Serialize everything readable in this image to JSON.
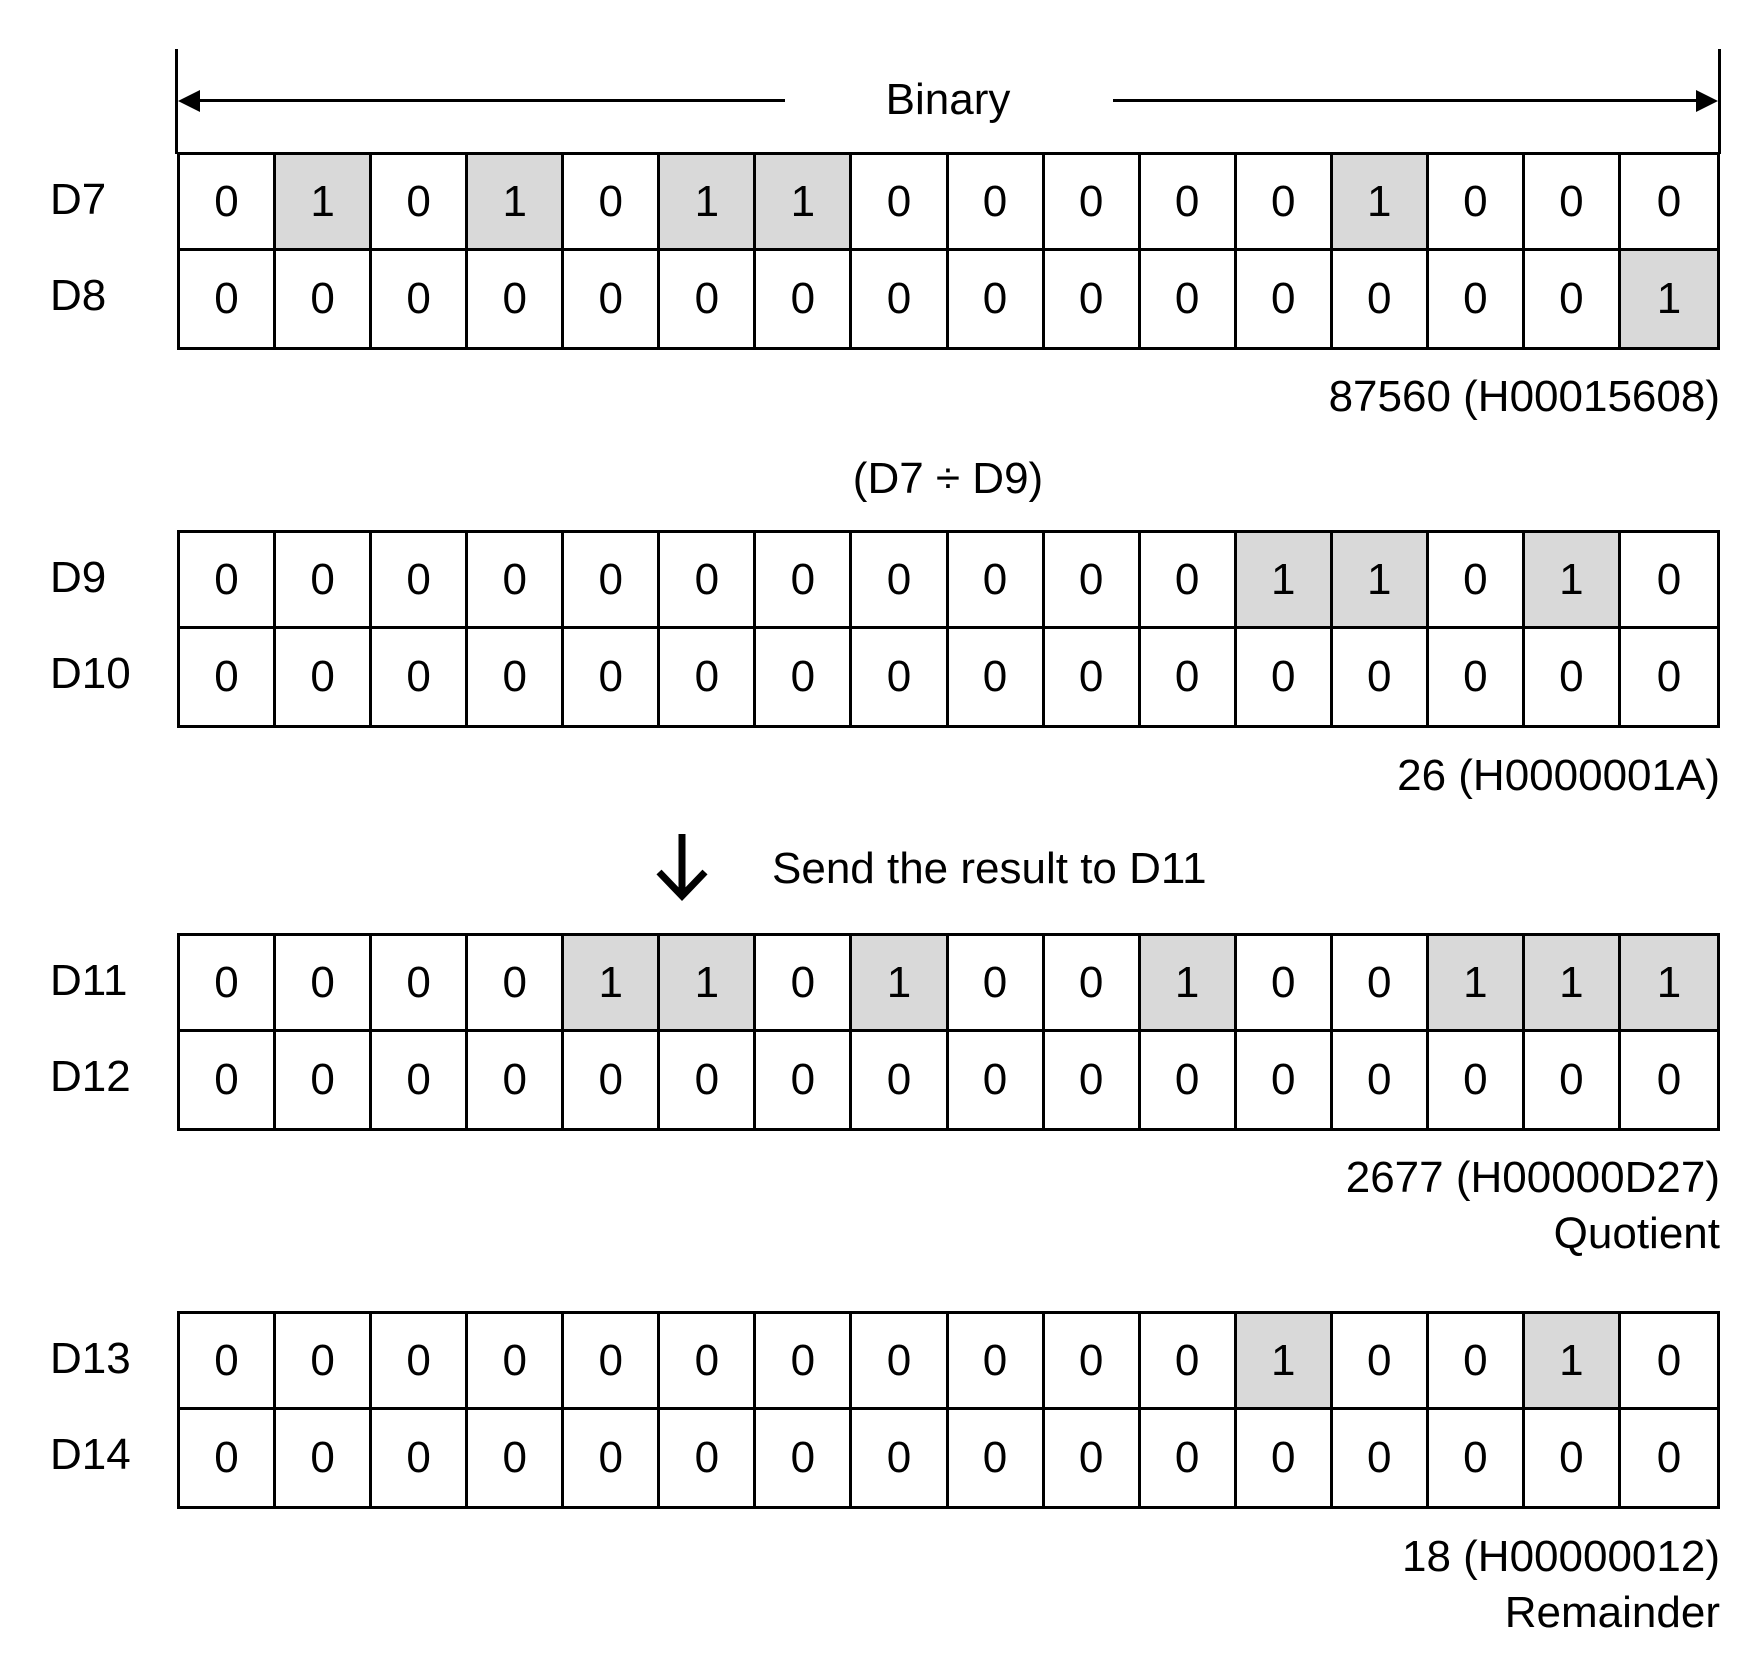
{
  "header": {
    "label": "Binary"
  },
  "groups": [
    {
      "rows": [
        {
          "name": "D7",
          "bits": [
            0,
            1,
            0,
            1,
            0,
            1,
            1,
            0,
            0,
            0,
            0,
            0,
            1,
            0,
            0,
            0
          ]
        },
        {
          "name": "D8",
          "bits": [
            0,
            0,
            0,
            0,
            0,
            0,
            0,
            0,
            0,
            0,
            0,
            0,
            0,
            0,
            0,
            1
          ]
        }
      ],
      "value": "87560 (H00015608)"
    },
    {
      "rows": [
        {
          "name": "D9",
          "bits": [
            0,
            0,
            0,
            0,
            0,
            0,
            0,
            0,
            0,
            0,
            0,
            1,
            1,
            0,
            1,
            0
          ]
        },
        {
          "name": "D10",
          "bits": [
            0,
            0,
            0,
            0,
            0,
            0,
            0,
            0,
            0,
            0,
            0,
            0,
            0,
            0,
            0,
            0
          ]
        }
      ],
      "value": "26 (H0000001A)"
    },
    {
      "rows": [
        {
          "name": "D11",
          "bits": [
            0,
            0,
            0,
            0,
            1,
            1,
            0,
            1,
            0,
            0,
            1,
            0,
            0,
            1,
            1,
            1
          ]
        },
        {
          "name": "D12",
          "bits": [
            0,
            0,
            0,
            0,
            0,
            0,
            0,
            0,
            0,
            0,
            0,
            0,
            0,
            0,
            0,
            0
          ]
        }
      ],
      "value": "2677 (H00000D27)",
      "note": "Quotient"
    },
    {
      "rows": [
        {
          "name": "D13",
          "bits": [
            0,
            0,
            0,
            0,
            0,
            0,
            0,
            0,
            0,
            0,
            0,
            1,
            0,
            0,
            1,
            0
          ]
        },
        {
          "name": "D14",
          "bits": [
            0,
            0,
            0,
            0,
            0,
            0,
            0,
            0,
            0,
            0,
            0,
            0,
            0,
            0,
            0,
            0
          ]
        }
      ],
      "value": "18 (H00000012)",
      "note": "Remainder"
    }
  ],
  "operation": "(D7 ÷ D9)",
  "send_text": "Send the result to D11",
  "colors": {
    "highlight": "#d9d9d9"
  }
}
